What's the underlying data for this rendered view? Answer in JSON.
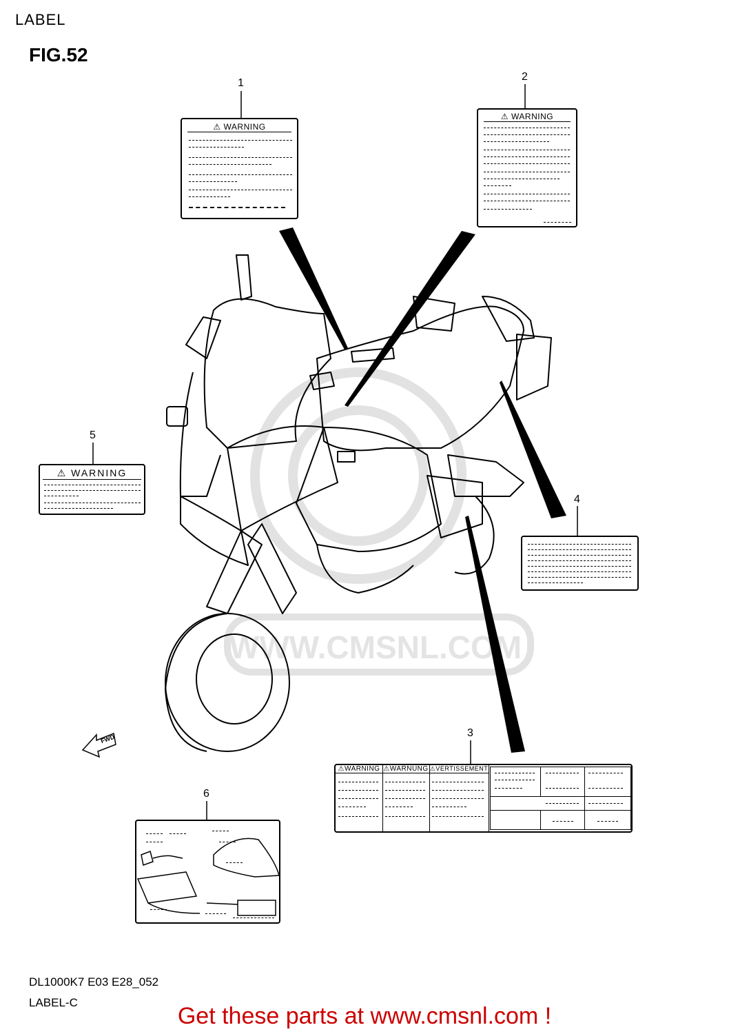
{
  "section_title": "LABEL",
  "figure_title": "FIG.52",
  "labels": [
    {
      "id": 1,
      "callout": "1",
      "header": "⚠ WARNING"
    },
    {
      "id": 2,
      "callout": "2",
      "header": "⚠ WARNING"
    },
    {
      "id": 3,
      "callout": "3",
      "headers": [
        "⚠WARNING",
        "⚠WARNUNG",
        "⚠VERTISSEMENT"
      ]
    },
    {
      "id": 4,
      "callout": "4"
    },
    {
      "id": 5,
      "callout": "5",
      "header": "⚠ WARNING"
    },
    {
      "id": 6,
      "callout": "6"
    }
  ],
  "direction_badge": "FWD",
  "watermark": "WWW.CMSNL.COM",
  "footer": {
    "model_code": "DL1000K7 E03 E28_052",
    "label_code": "LABEL-C",
    "promo": "Get these parts at www.cmsnl.com !"
  },
  "colors": {
    "promo": "#cc0000",
    "line": "#000000",
    "watermark": "#e4e4e4"
  }
}
